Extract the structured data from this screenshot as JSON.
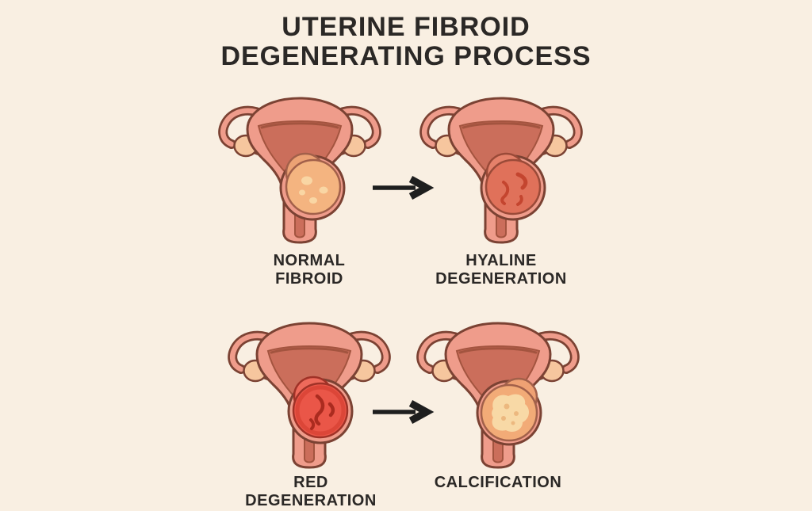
{
  "title": "UTERINE FIBROID\nDEGENERATING PROCESS",
  "panels": [
    {
      "id": "normal-fibroid",
      "label": "NORMAL\nFIBROID"
    },
    {
      "id": "hyaline-degeneration",
      "label": "HYALINE\nDEGENERATION"
    },
    {
      "id": "red-degeneration",
      "label": "RED\nDEGENERATION"
    },
    {
      "id": "calcification",
      "label": "CALCIFICATION"
    }
  ],
  "arrows": [
    {
      "id": "arrow-top",
      "icon": "arrow-right-icon"
    },
    {
      "id": "arrow-bottom",
      "icon": "arrow-right-icon"
    }
  ],
  "colors": {
    "background": "#f9efe2",
    "title_text": "#2b2826",
    "label_text": "#2b2826",
    "arrow": "#1e1e1e",
    "uterus_body": "#ef9c8b",
    "uterus_outline": "#7b4233",
    "uterine_cavity": "#cb6e5b",
    "ovary": "#f6c69e",
    "normal_fibroid": "#f4b480",
    "hyaline_fibroid": "#e0715a",
    "red_fibroid": "#ea5648",
    "calcified_fibroid": "#f8d9a6"
  }
}
